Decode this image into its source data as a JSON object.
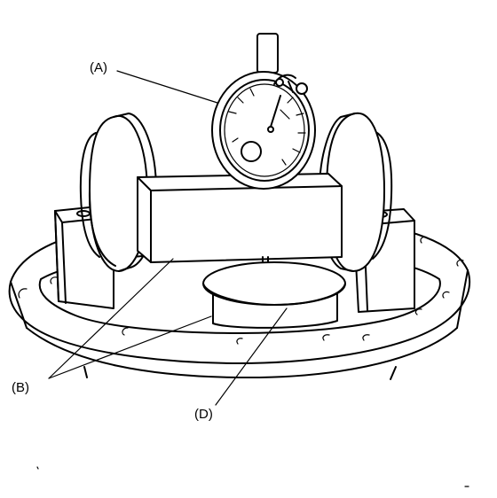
{
  "labels": {
    "a": "(A)",
    "b": "(B)",
    "d": "(D)"
  },
  "ink_color": "#000000",
  "background_color": "#ffffff"
}
